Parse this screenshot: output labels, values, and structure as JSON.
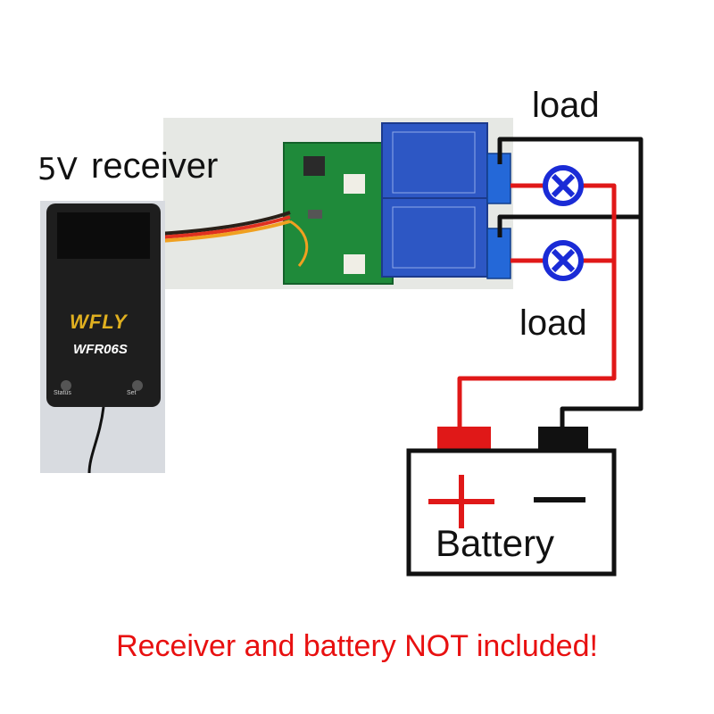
{
  "labels": {
    "voltage": "5V",
    "receiver": "receiver",
    "load_top": "load",
    "load_bottom": "load",
    "battery": "Battery",
    "footer": "Receiver and battery NOT included!"
  },
  "receiver_device": {
    "brand": "WFLY",
    "model": "WFR06S",
    "status_label": "Status",
    "set_label": "Set"
  },
  "colors": {
    "positive_wire": "#e01818",
    "negative_wire": "#111111",
    "lamp_ring": "#1a2bd6",
    "footer_text": "#e81010"
  },
  "icons": [
    "lamp-icon",
    "plus-sign",
    "minus-sign"
  ]
}
